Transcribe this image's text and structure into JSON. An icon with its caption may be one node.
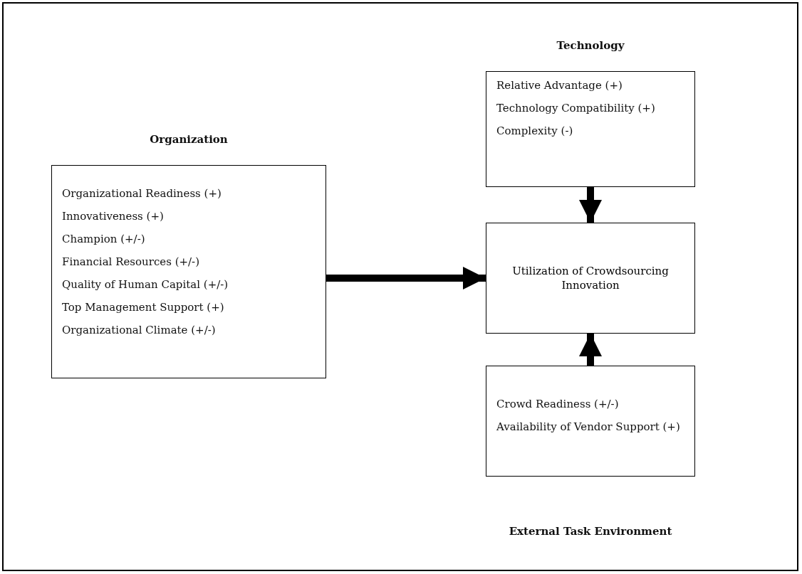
{
  "diagram": {
    "nodes": [
      {
        "text": [
          "Organization",
          "Organizational Readiness (+)",
          "Innovativeness (+)",
          "Champion (+/-)",
          "Financial Resources (+/-)",
          "Quality of Human Capital (+/-)",
          "Top Management Support (+)",
          "Organizational Climate (+/-)"
        ]
      },
      {
        "text": [
          "Technology",
          "Relative Advantage (+)",
          "Technology Compatibility (+)",
          "Complexity (-)"
        ]
      },
      {
        "text": [
          "Utilization of Crowdsourcing Innovation"
        ]
      },
      {
        "text": [
          "Crowd Readiness (+/-)",
          "Availability of Vendor Support (+)",
          "External Task Environment"
        ]
      }
    ],
    "edges": [
      {
        "from": 0,
        "to": 2,
        "arrow": "to"
      },
      {
        "from": 1,
        "to": 2,
        "arrow": "to"
      },
      {
        "from": 3,
        "to": 2,
        "arrow": "to"
      }
    ]
  }
}
